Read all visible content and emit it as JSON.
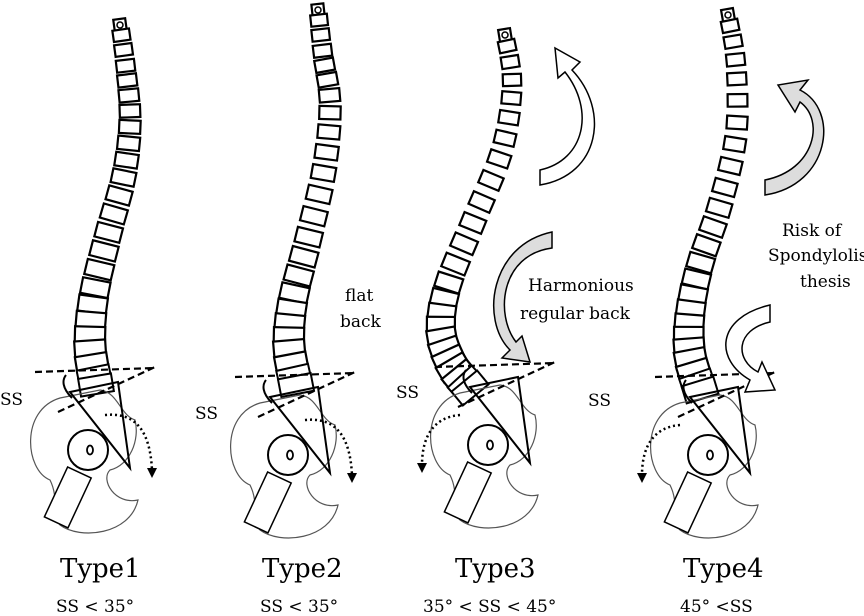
{
  "types": [
    {
      "name": "Type1",
      "condition": "SS < 35°",
      "ss_label": "SS"
    },
    {
      "name": "Type2",
      "condition": "SS < 35°",
      "ss_label": "SS",
      "annotation": [
        "flat",
        "back"
      ]
    },
    {
      "name": "Type3",
      "condition": "35° < SS < 45°",
      "ss_label": "SS",
      "annotation": [
        "Harmonious",
        "regular back"
      ]
    },
    {
      "name": "Type4",
      "condition": "45° <SS",
      "ss_label": "SS",
      "annotation": [
        "Risk of",
        "Spondylolis-",
        "thesis"
      ]
    }
  ]
}
